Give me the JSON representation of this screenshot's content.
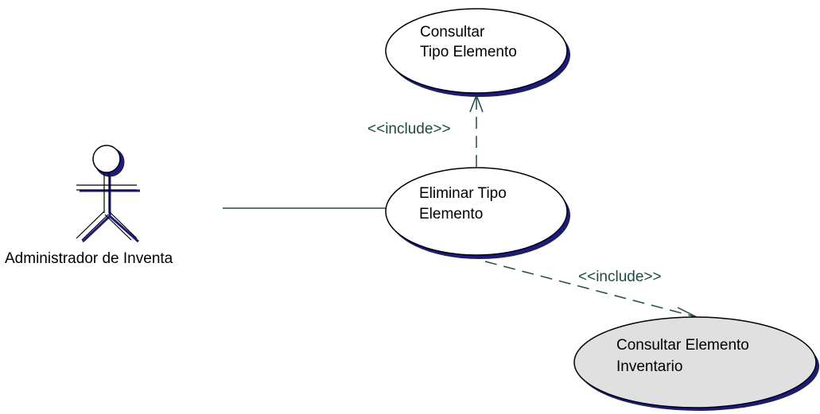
{
  "colors": {
    "association_line": "#1f4a44",
    "include_line": "#1f4a44",
    "shadow": "#1c1c78",
    "ellipse_fill": "#ffffff",
    "ellipse_fill_highlight": "#e0e0e0",
    "stroke": "#000000"
  },
  "actor": {
    "name": "Administrador de Inventa"
  },
  "use_cases": {
    "consultar_tipo": {
      "line1": "Consultar",
      "line2": "Tipo Elemento"
    },
    "eliminar_tipo": {
      "line1": "Eliminar Tipo",
      "line2": "Elemento"
    },
    "consultar_elemento": {
      "line1": "Consultar Elemento",
      "line2": "Inventario"
    }
  },
  "relations": {
    "include_top": "<<include>>",
    "include_bottom": "<<include>>"
  }
}
